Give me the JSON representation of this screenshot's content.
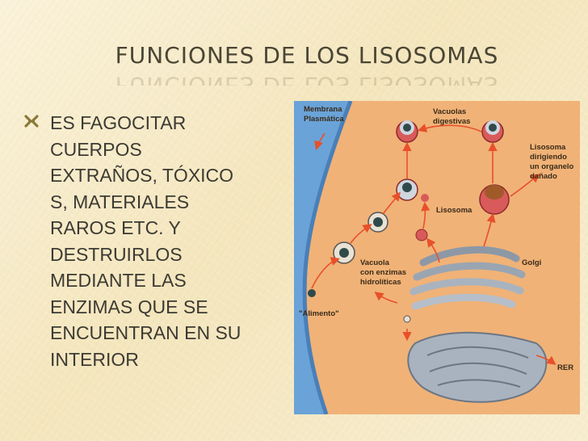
{
  "slide": {
    "title": "FUNCIONES DE LOS LISOSOMAS",
    "bullet": {
      "icon": "x-bullet-icon",
      "text": "ES FAGOCITAR\nCUERPOS\nEXTRAÑOS, TÓXICO\nS, MATERIALES\nRAROS ETC. Y\nDESTRUIRLOS\nMEDIANTE LAS\nENZIMAS QUE SE\nENCUENTRAN EN SU\nINTERIOR"
    }
  },
  "diagram": {
    "labels": {
      "membrane_line1": "Membrana",
      "membrane_line2": "Plasmática",
      "vacuoles_line1": "Vacuolas",
      "vacuoles_line2": "digestivas",
      "lysosome_organelle_line1": "Lisosoma",
      "lysosome_organelle_line2": "dirigiendo",
      "lysosome_organelle_line3": "un organelo",
      "lysosome_organelle_line4": "dañado",
      "lysosome": "Lisosoma",
      "golgi": "Golgi",
      "vacuole_enzymes_line1": "Vacuola",
      "vacuole_enzymes_line2": "con enzimas",
      "vacuole_enzymes_line3": "hidrolíticas",
      "food": "\"Alimento\"",
      "rer": "RER"
    },
    "colors": {
      "cytoplasm": "#f0b277",
      "membrane": "#5a90c8",
      "outside": "#6aa3d8",
      "arrow": "#e8502a",
      "vesicle": "#d95a5a",
      "organelle": "#aab4c0"
    }
  }
}
